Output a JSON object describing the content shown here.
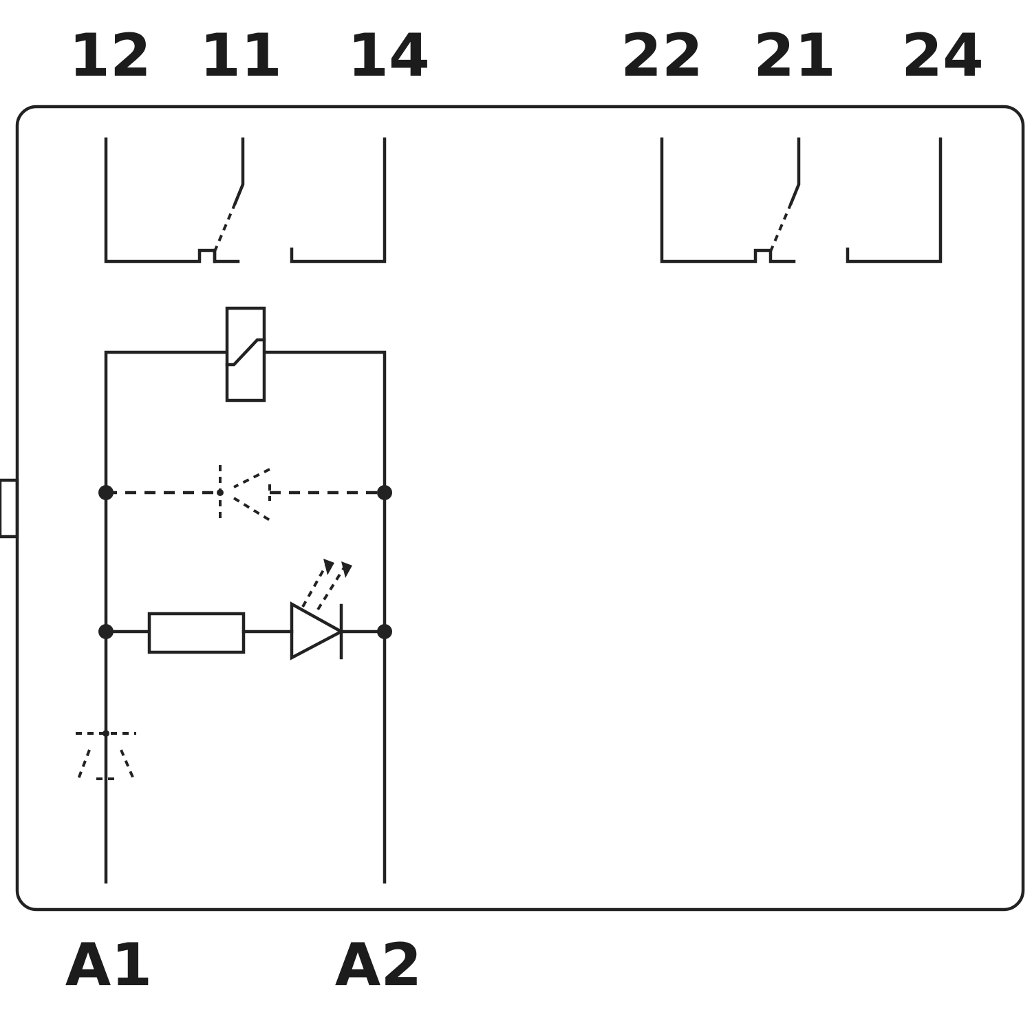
{
  "terminals": {
    "t12": "12",
    "t11": "11",
    "t14": "14",
    "t22": "22",
    "t21": "21",
    "t24": "24",
    "a1": "A1",
    "a2": "A2"
  }
}
